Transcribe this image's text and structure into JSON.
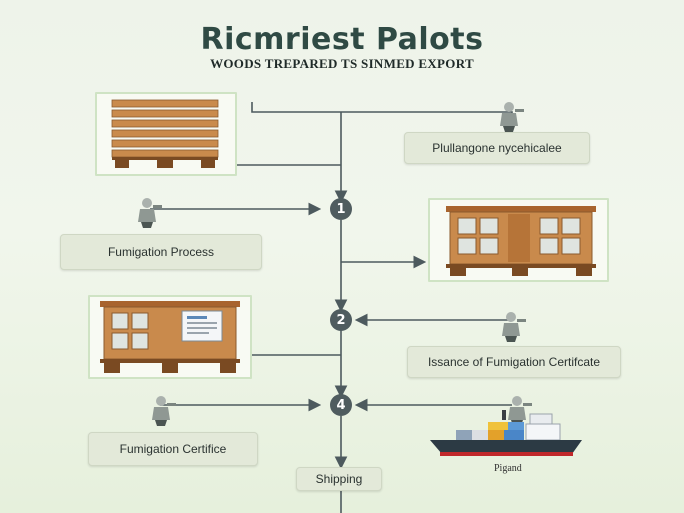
{
  "header": {
    "title": "Ricmriest Palots",
    "subtitle": "WOODS TREPARED TS SINMED EXPORT"
  },
  "labels": {
    "top_right": "Plullangone nycehicalee",
    "fumigation_process": "Fumigation Process",
    "issuance": "Issance of Fumigation Certifcate",
    "fumigation_cert": "Fumigation Certifice",
    "shipping": "Shipping",
    "ship_caption": "Pigand"
  },
  "steps": [
    "1",
    "2",
    "4"
  ],
  "colors": {
    "line": "#4d5a5e",
    "step_badge": "#4f5c5f",
    "wood": "#c98a4c",
    "ship_hull": "#2c3a44",
    "ship_stripe": "#c0282b"
  },
  "icons": [
    "worker-icon",
    "pallet-icon",
    "cabinet-icon",
    "cargo-ship-icon"
  ]
}
